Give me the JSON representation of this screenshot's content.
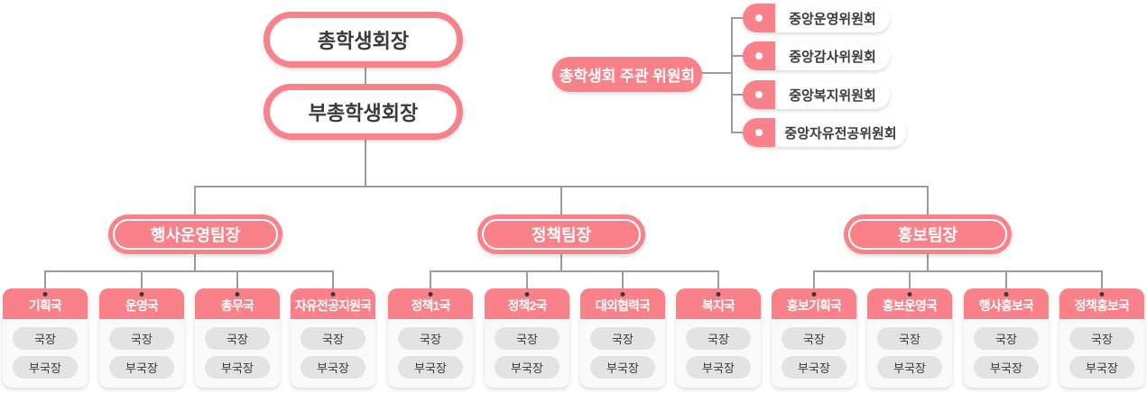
{
  "org": {
    "president": "총학생회장",
    "vice_president": "부총학생회장"
  },
  "committee": {
    "title": "총학생회 주관 위원회",
    "items": [
      "중앙운영위원회",
      "중앙감사위원회",
      "중앙복지위원회",
      "중앙자유전공위원회"
    ]
  },
  "roles": [
    "국장",
    "부국장"
  ],
  "teams": [
    {
      "label": "행사운영팀장",
      "departments": [
        "기획국",
        "운영국",
        "총무국",
        "자유전공지원국"
      ]
    },
    {
      "label": "정책팀장",
      "departments": [
        "정책1국",
        "정책2국",
        "대외협력국",
        "복지국"
      ]
    },
    {
      "label": "홍보팀장",
      "departments": [
        "홍보기획국",
        "홍보운영국",
        "행사홍보국",
        "정책홍보국"
      ]
    }
  ],
  "colors": {
    "coral": "#F9828A",
    "line": "#9C9C9C",
    "card_body": "#FAFAFA",
    "pill": "#E3E3E3",
    "text": "#3A3A3A",
    "white": "#FFFFFF"
  }
}
